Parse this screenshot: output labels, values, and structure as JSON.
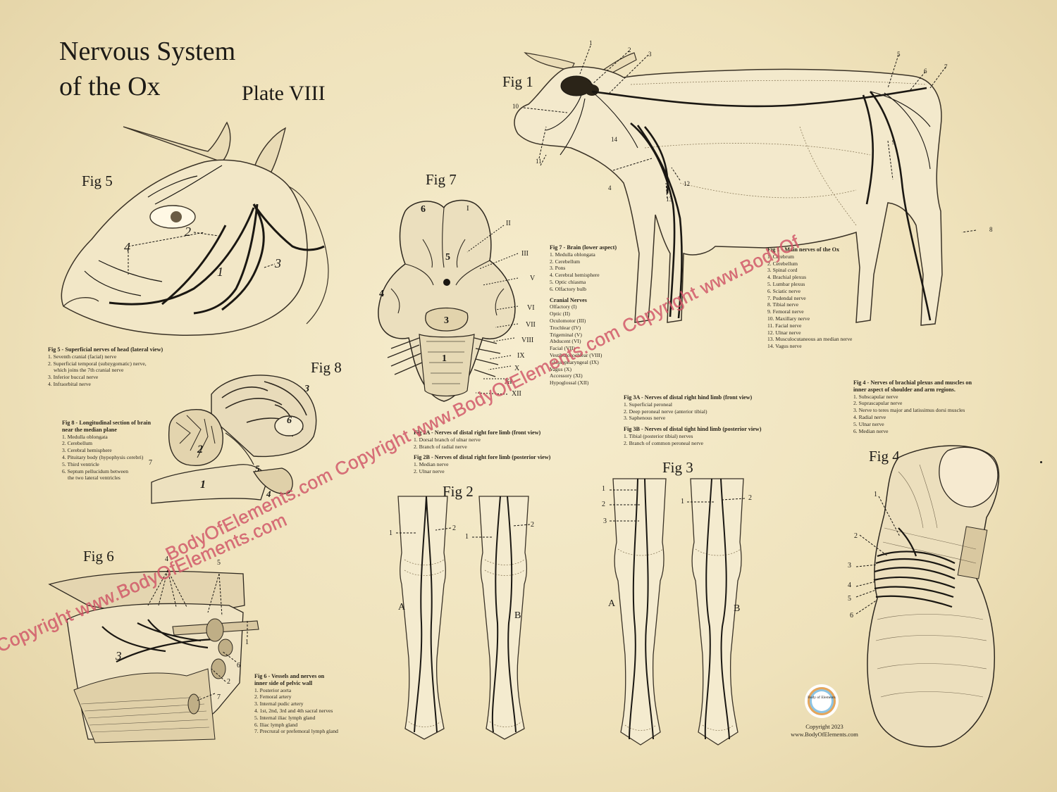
{
  "title": {
    "line1": "Nervous System",
    "line2": "of the Ox",
    "plate": "Plate VIII"
  },
  "fig_labels": {
    "fig1": "Fig 1",
    "fig2": "Fig 2",
    "fig3": "Fig 3",
    "fig4": "Fig 4",
    "fig5": "Fig 5",
    "fig6": "Fig 6",
    "fig7": "Fig 7",
    "fig8": "Fig 8"
  },
  "fig5": {
    "heading": "Fig 5 - Superficial nerves of head (lateral view)",
    "items": [
      "1. Seventh cranial (facial) nerve",
      "2. Superficial temporal (subzygomatic) nerve,",
      "which joins the 7th cranial nerve",
      "3. Inferior buccal nerve",
      "4. Infraorbital nerve"
    ],
    "callouts": [
      "1",
      "2",
      "3",
      "4"
    ]
  },
  "fig8": {
    "heading1": "Fig 8 - Longitudinal section of brain",
    "heading2": "near the median plane",
    "items": [
      "1. Medulla oblongata",
      "2. Cerebellum",
      "3. Cerebral hemisphere",
      "4. Pituitary body (hypophysis cerebri)",
      "5. Third ventricle",
      "6. Septum pellucidum between",
      "the two lateral ventricles"
    ],
    "callouts": [
      "1",
      "2",
      "3",
      "4",
      "5",
      "6",
      "7"
    ]
  },
  "fig6": {
    "heading1": "Fig 6 - Vessels and nerves on",
    "heading2": "inner side of pelvic wall",
    "items": [
      "1. Posterior aorta",
      "2. Femoral artery",
      "3. Internal pudic artery",
      "4. 1st, 2nd, 3rd and 4th sacral nerves",
      "5. Internal iliac lymph gland",
      "6. Iliac lymph gland",
      "7. Precrural or prefemoral lymph gland"
    ],
    "callouts": [
      "1",
      "2",
      "3",
      "4",
      "5",
      "6",
      "7"
    ]
  },
  "fig7": {
    "heading": "Fig 7 - Brain (lower aspect)",
    "items": [
      "1. Medulla oblongata",
      "2. Cerebellum",
      "3. Pons",
      "4. Cerebral hemisphere",
      "5. Optic chiasma",
      "6. Olfactory bulb"
    ],
    "cranial_heading": "Cranial Nerves",
    "cranial": [
      "Olfactory (I)",
      "Optic (II)",
      "Oculomotor  (III)",
      "Trochlear (IV)",
      "Trigeminal (V)",
      "Abducent (VI)",
      "Facial (VII)",
      "Vestibulocochlear (VIII)",
      "Glossopharyngeal (IX)",
      "Vagus (X)",
      "Accessory (XI)",
      "Hypoglossal (XII)"
    ],
    "callouts": [
      "I",
      "II",
      "III",
      "V",
      "VI",
      "VII",
      "VIII",
      "IX",
      "X",
      "XI",
      "XII"
    ],
    "inner": [
      "6",
      "1",
      "5",
      "4",
      "3",
      "1"
    ]
  },
  "fig1": {
    "heading": "Fig 1 - Main nerves of the Ox",
    "items": [
      "1. Cerebrum",
      "2. Cerebellum",
      "3. Spinal cord",
      "4. Brachial plexus",
      "5. Lumbar plexus",
      "6. Sciatic nerve",
      "7. Pudendal nerve",
      "8. Tibial nerve",
      "9. Femoral nerve",
      "10. Maxillary nerve",
      "11. Facial nerve",
      "12. Ulnar nerve",
      "13. Musculocutaneous an median nerve",
      "14. Vagus nerve"
    ],
    "callouts": [
      "1",
      "2",
      "3",
      "5",
      "6",
      "7",
      "10",
      "14",
      "9",
      "11",
      "4",
      "12",
      "13",
      "8"
    ]
  },
  "fig2": {
    "a_heading": "Fig 2A - Nerves of distal right fore limb (front view)",
    "a_items": [
      "1. Dorsal branch of ulnar nerve",
      "2. Branch of radial nerve"
    ],
    "b_heading": "Fig 2B - Nerves of distal right fore limb (posterior view)",
    "b_items": [
      "1. Median nerve",
      "2. Ulnar nerve"
    ],
    "callouts": [
      "1",
      "2",
      "1",
      "2"
    ],
    "view_a": "A",
    "view_b": "B"
  },
  "fig3": {
    "a_heading": "Fig 3A - Nerves of distal right hind limb (front view)",
    "a_items": [
      "1. Superficial peroneal",
      "2. Deep peroneal nerve (anterior tibial)",
      "3. Saphenous nerve"
    ],
    "b_heading": "Fig 3B - Nerves of distal tight hind limb (posterior view)",
    "b_items": [
      "1. Tibial (posterior tibial) nerves",
      "2. Branch of common peroneal nerve"
    ],
    "callouts": [
      "1",
      "2",
      "3",
      "1",
      "2"
    ],
    "view_a": "A",
    "view_b": "B"
  },
  "fig4": {
    "heading1": "Fig 4 - Nerves of brachial plexus and muscles on",
    "heading2": "inner aspect of shoulder and arm regions.",
    "items": [
      "1. Subscapular nerve",
      "2. Suprascapular nerve",
      "3. Nerve to teres major and latissimus dorsi muscles",
      "4. Radial nerve",
      "5. Ulnar nerve",
      "6. Median nerve"
    ],
    "callouts": [
      "1",
      "2",
      "3",
      "4",
      "5",
      "6"
    ]
  },
  "watermark": {
    "text1": "Copyright www.BodyOfElements.com",
    "text2": "BodyOfElements.com Copyright www.BodyOfElements.com Copyright www.BodyOf",
    "color": "#d65c6e"
  },
  "footer": {
    "logo": "Body of Elements",
    "copyright": "Copyright 2023",
    "url": "www.BodyOfElements.com"
  },
  "colors": {
    "paper": "#f1e6c3",
    "ink": "#1c1a16",
    "watermark": "#d65c6e"
  }
}
